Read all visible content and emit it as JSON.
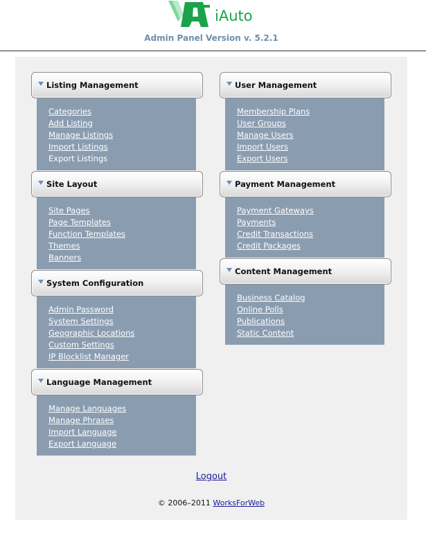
{
  "header": {
    "logo_text": "iAuto",
    "version": "Admin Panel Version v. 5.2.1"
  },
  "sections": {
    "listing": {
      "title": "Listing Management",
      "links": [
        "Categories",
        "Add Listing",
        "Manage Listings",
        "Import Listings",
        "Export Listings"
      ]
    },
    "site_layout": {
      "title": "Site Layout",
      "links": [
        "Site Pages",
        "Page Templates",
        "Function Templates",
        "Themes",
        "Banners"
      ]
    },
    "system": {
      "title": "System Configuration",
      "links": [
        "Admin Password",
        "System Settings",
        "Geographic Locations",
        "Custom Settings",
        "IP Blocklist Manager"
      ]
    },
    "language": {
      "title": "Language Management",
      "links": [
        "Manage Languages",
        "Manage Phrases",
        "Import Language",
        "Export Language"
      ]
    },
    "user": {
      "title": "User Management",
      "links": [
        "Membership Plans",
        "User Groups",
        "Manage Users",
        "Import Users",
        "Export Users"
      ]
    },
    "payment": {
      "title": "Payment Management",
      "links": [
        "Payment Gateways",
        "Payments",
        "Credit Transactions",
        "Credit Packages"
      ]
    },
    "content": {
      "title": "Content Management",
      "links": [
        "Business Catalog",
        "Online Polls",
        "Publications",
        "Static Content"
      ]
    }
  },
  "logout_label": "Logout",
  "footer": {
    "copyright": "© 2006–2011 ",
    "company_link": "WorksForWeb"
  },
  "colors": {
    "brand_green": "#1aa34a",
    "panel_body": "#8a9cb0",
    "version_text": "#6f8faa"
  }
}
